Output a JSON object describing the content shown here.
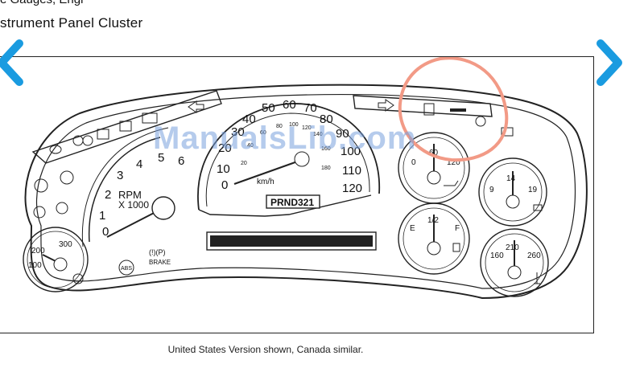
{
  "header": {
    "partial_line": "e Gauges, Engi",
    "section_title": "strument Panel Cluster"
  },
  "figure": {
    "caption": "United States Version shown, Canada similar.",
    "watermark": "ManualsLib.com",
    "speedometer": {
      "mph_labels": [
        "0",
        "10",
        "20",
        "30",
        "40",
        "50",
        "60",
        "70",
        "80",
        "90",
        "100",
        "110",
        "120"
      ],
      "kmh_labels": [
        "20",
        "40",
        "60",
        "80",
        "100",
        "120",
        "140",
        "160",
        "180"
      ],
      "unit": "km/h",
      "gear_indicator": "PRND321"
    },
    "tachometer": {
      "labels": [
        "0",
        "1",
        "2",
        "3",
        "4",
        "5",
        "6"
      ],
      "unit_line1": "RPM",
      "unit_line2": "X 1000",
      "abs_label": "ABS",
      "brake_label": "BRAKE",
      "brake_symbol": "(!)(P)"
    },
    "oil_temp_gauge": {
      "labels": [
        "100",
        "200",
        "300"
      ]
    },
    "oil_pressure_gauge": {
      "labels": [
        "0",
        "60",
        "120"
      ]
    },
    "fuel_gauge": {
      "labels": [
        "E",
        "1/2",
        "F"
      ]
    },
    "voltmeter": {
      "labels": [
        "9",
        "14",
        "19"
      ]
    },
    "coolant_gauge": {
      "labels": [
        "160",
        "210",
        "260"
      ]
    }
  },
  "navigation": {
    "prev_label": "previous image",
    "next_label": "next image"
  },
  "colors": {
    "nav_arrow": "#1a9be0",
    "highlight_circle": "#f29a86",
    "watermark": "#78a0dc"
  }
}
